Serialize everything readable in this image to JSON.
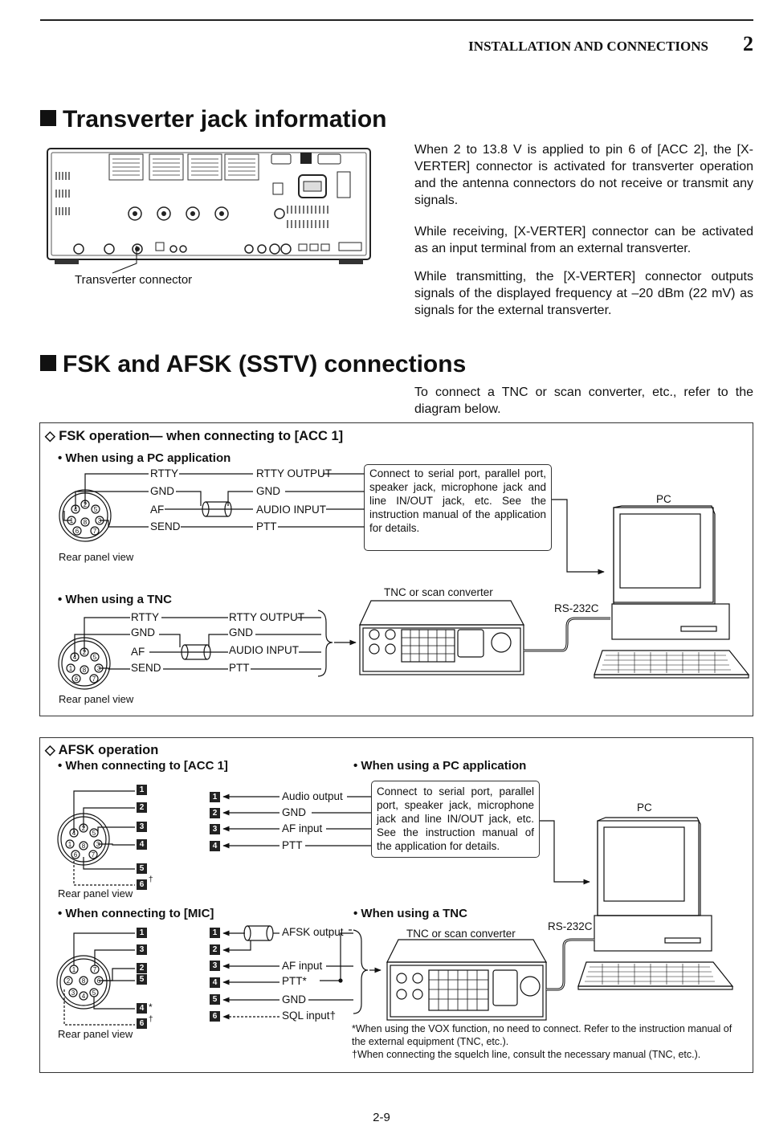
{
  "header": {
    "title": "INSTALLATION AND CONNECTIONS",
    "chapter": "2"
  },
  "transverter": {
    "heading": "Transverter jack information",
    "connector_label": "Transverter connector",
    "paragraphs": [
      "When 2 to 13.8 V is applied to pin 6 of [ACC 2], the [X-VERTER] connector is activated for transverter operation and the antenna connectors do not receive or transmit any signals.",
      "While receiving, [X-VERTER] connector can be activated as an input terminal from an external transverter.",
      "While transmitting, the [X-VERTER] connector outputs signals of the displayed frequency at –20 dBm (22 mV) as signals for the external transverter."
    ]
  },
  "fsk_afsk": {
    "heading": "FSK and AFSK (SSTV) connections",
    "intro": "To connect a TNC or scan converter, etc., refer to the diagram below."
  },
  "fsk_box": {
    "title": "FSK operation— when connecting to [ACC 1]",
    "pc_sub": "• When using a PC application",
    "tnc_sub": "• When using a TNC",
    "pc_left": [
      "RTTY",
      "GND",
      "AF",
      "SEND"
    ],
    "pc_right": [
      "RTTY OUTPUT",
      "GND",
      "AUDIO INPUT",
      "PTT"
    ],
    "tnc_left": [
      "RTTY",
      "GND",
      "AF",
      "SEND"
    ],
    "tnc_right": [
      "RTTY OUTPUT",
      "GND",
      "AUDIO INPUT",
      "PTT"
    ],
    "note": "Connect to serial port, parallel port, speaker jack, microphone jack and line IN/OUT jack, etc. See the instruction manual of the application for details.",
    "pc_label": "PC",
    "tnc_label": "TNC or scan converter",
    "rs232": "RS-232C",
    "rear_panel": "Rear panel view"
  },
  "afsk_box": {
    "title": "AFSK operation",
    "acc_sub": "• When connecting to [ACC 1]",
    "mic_sub": "• When connecting to [MIC]",
    "pc_sub": "• When using a PC application",
    "tnc_sub": "• When using a TNC",
    "acc_numbers": [
      "1",
      "2",
      "3",
      "4",
      "5",
      "6"
    ],
    "acc_signals": [
      "Audio output",
      "GND",
      "AF input",
      "PTT"
    ],
    "mic_numbers": [
      "1",
      "3",
      "2",
      "5",
      "4",
      "6"
    ],
    "mic_signals": [
      "AFSK output",
      "",
      "AF input",
      "PTT*",
      "GND",
      "SQL input†"
    ],
    "note": "Connect to serial port, parallel port, speaker jack, microphone jack and line IN/OUT jack, etc. See the instruction manual of the application for details.",
    "pc_label": "PC",
    "tnc_label": "TNC or scan converter",
    "rs232": "RS-232C",
    "rear_panel": "Rear panel view",
    "footnote1": "*When using the VOX function, no need to connect. Refer to the instruction manual of the external equipment (TNC, etc.).",
    "footnote2": "†When connecting the squelch line, consult the necessary manual (TNC, etc.)."
  },
  "page_number": "2-9"
}
